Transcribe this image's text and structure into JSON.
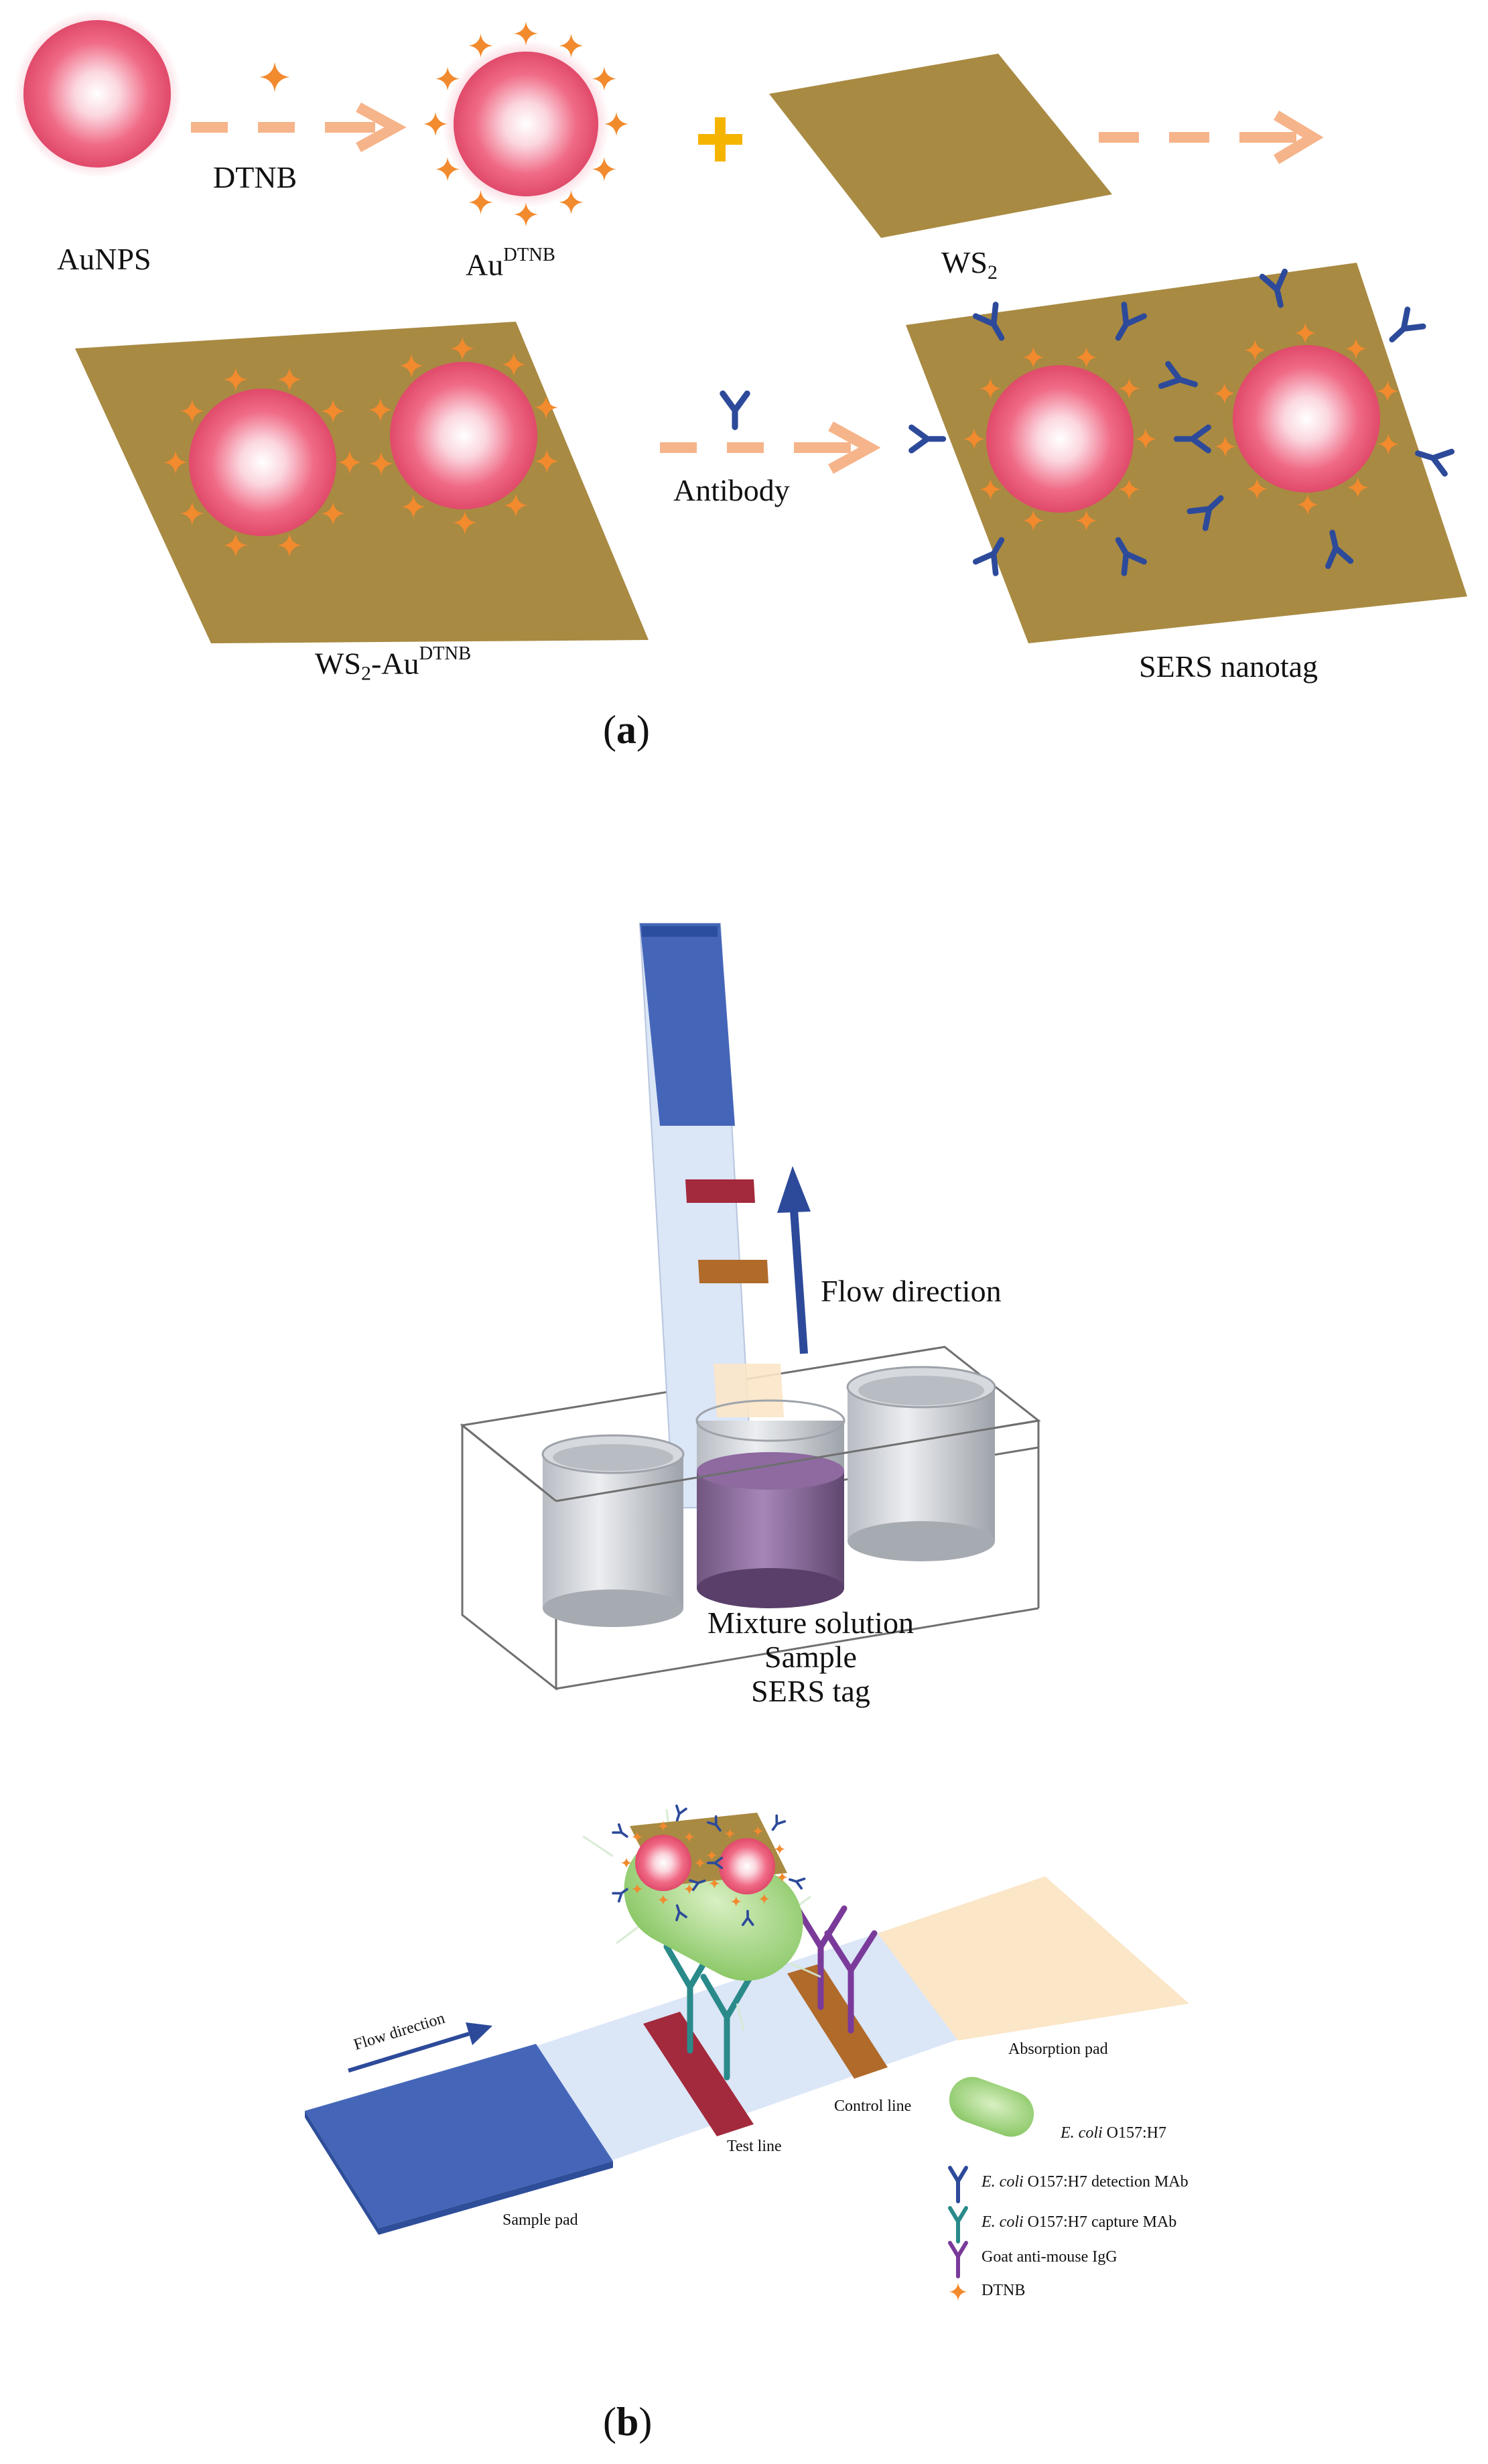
{
  "panel_a": {
    "label": "a",
    "auNPS": "AuNPS",
    "dtnb": "DTNB",
    "au_base": "Au",
    "au_sup": "DTNB",
    "ws2_base": "WS",
    "ws2_sub": "2",
    "ws2au_ws": "WS",
    "ws2au_sub": "2",
    "ws2au_mid": "-Au",
    "ws2au_sup": "DTNB",
    "antibody": "Antibody",
    "sers_nanotag": "SERS nanotag"
  },
  "panel_b": {
    "label": "b",
    "flow_direction": "Flow direction",
    "mixture_lines": [
      "Mixture solution",
      "Sample",
      "SERS tag"
    ],
    "strip_flow_direction": "Flow direction",
    "sample_pad": "Sample pad",
    "test_line": "Test line",
    "control_line": "Control line",
    "absorption_pad": "Absorption pad",
    "legend": {
      "ecoli": {
        "italic": "E. coli",
        "text": " O157:H7"
      },
      "detection": {
        "italic": "E. coli",
        "text": " O157:H7 detection MAb"
      },
      "capture": {
        "italic": "E. coli",
        "text": " O157:H7 capture MAb"
      },
      "goat": {
        "text": "Goat anti-mouse IgG"
      },
      "dtnb": {
        "text": "DTNB"
      }
    }
  },
  "colors": {
    "particle": "#f06a86",
    "dtnb_star": "#f28a2e",
    "ws2_sheet": "#a88a42",
    "antibody_detection": "#2d4a9a",
    "antibody_capture": "#2a8a8a",
    "goat_igg": "#7a3a9a",
    "sample_pad": "#4566b8",
    "strip_membrane": "#dbe6f7",
    "test_line": "#a32a3c",
    "control_line": "#b06a2a",
    "absorption_pad": "#fbe6c8",
    "ecoli": "#9ed27a",
    "arrow": "#f6b48a"
  }
}
